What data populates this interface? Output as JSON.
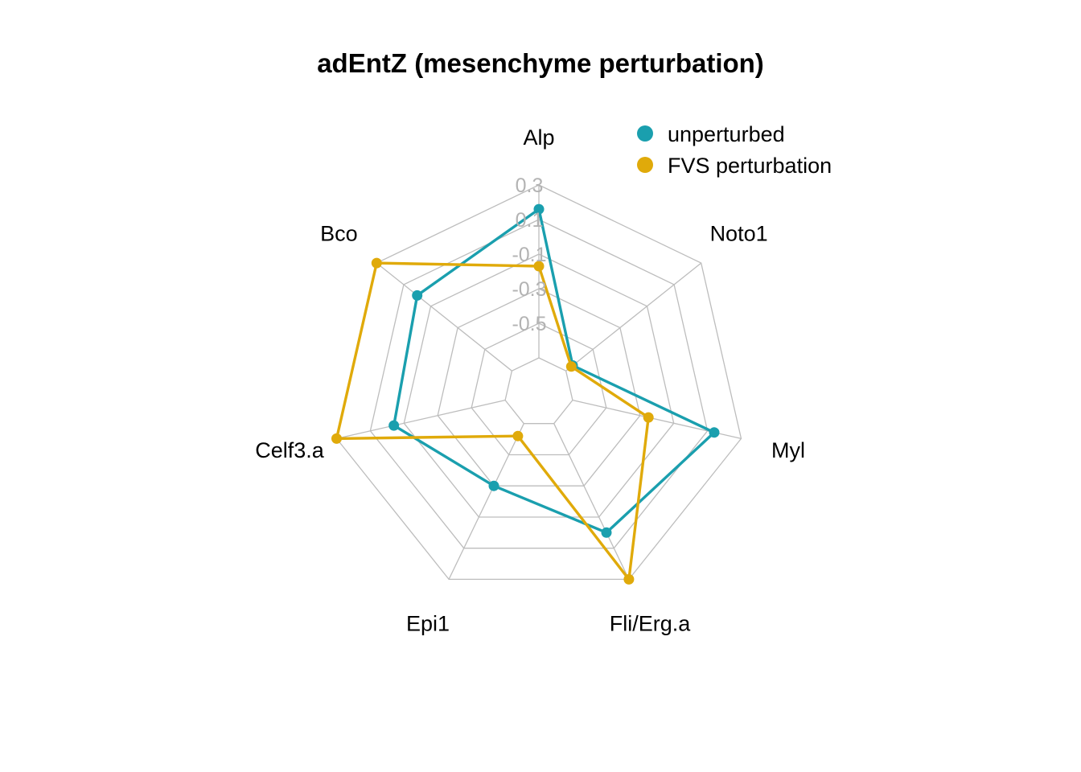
{
  "chart_data": {
    "type": "radar",
    "title": "adEntZ (mesenchyme perturbation)",
    "axes": [
      "Alp",
      "Noto1",
      "Myl",
      "Fli/Erg.a",
      "Epi1",
      "Celf3.a",
      "Bco"
    ],
    "rlim": [
      -0.9,
      0.3
    ],
    "ticks": [
      "0.3",
      "0.1",
      "-0.1",
      "-0.3",
      "-0.5"
    ],
    "tick_values": [
      0.3,
      0.1,
      -0.1,
      -0.3,
      -0.5
    ],
    "grid": true,
    "legend_position": "top-right",
    "series": [
      {
        "name": "unperturbed",
        "color": "#1a9fae",
        "values": [
          0.16,
          -0.65,
          0.14,
          0.0,
          -0.3,
          -0.04,
          0.0
        ]
      },
      {
        "name": "FVS perturbation",
        "color": "#e0aa0a",
        "values": [
          -0.17,
          -0.66,
          -0.25,
          0.3,
          -0.62,
          0.3,
          0.3
        ]
      }
    ]
  }
}
